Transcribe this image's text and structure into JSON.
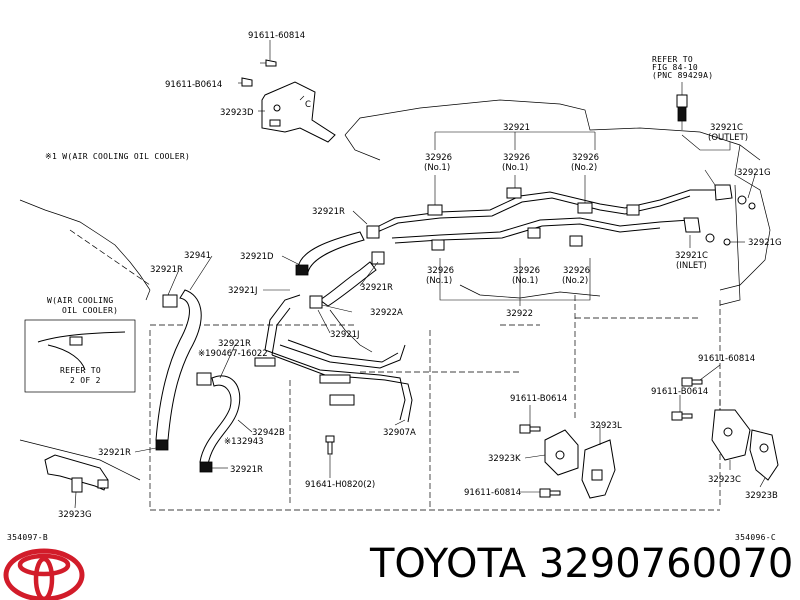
{
  "brand": {
    "text": "TOYOTA 3290760070",
    "logo": "toyota-logo"
  },
  "notes": {
    "note1": "※1 W(AIR COOLING OIL COOLER)",
    "inset_line1": "W(AIR COOLING",
    "inset_line2": "OIL COOLER)",
    "inset_refer1": "REFER TO",
    "inset_refer2": "2 OF 2",
    "refer_line1": "REFER TO",
    "refer_line2": "FIG 84-10",
    "refer_line3": "(PNC 89429A)"
  },
  "codes": {
    "left": "354097-B",
    "right": "354096-C"
  },
  "labels": {
    "p91611_60814_top": "91611-60814",
    "p91611_b0614_top": "91611-B0614",
    "p32923d": "32923D",
    "p32921_top": "32921",
    "p32926_1": "32926",
    "p32926_1n": "(No.1)",
    "p32926_2": "32926",
    "p32926_2n": "(No.1)",
    "p32926_3": "32926",
    "p32926_3n": "(No.2)",
    "p32921c_out": "32921C",
    "p32921c_out_n": "(OUTLET)",
    "p32921g_1": "32921G",
    "p32921r_1": "32921R",
    "p32921d": "32921D",
    "p32941": "32941",
    "p32921r_2": "32921R",
    "p32921j_1": "32921J",
    "p32921r_3": "32921R",
    "p32921c_in": "32921C",
    "p32921c_in_n": "(INLET)",
    "p32921g_2": "32921G",
    "p32926_4": "32926",
    "p32926_4n": "(No.1)",
    "p32926_5": "32926",
    "p32926_5n": "(No.1)",
    "p32926_6": "32926",
    "p32926_6n": "(No.2)",
    "p32922a": "32922A",
    "p32922": "32922",
    "p32921j_2": "32921J",
    "p32921r_4": "32921R",
    "p190467": "※190467-16022",
    "p32942b": "32942B",
    "p32943": "※132943",
    "p32921r_5": "32921R",
    "p32921r_6": "32921R",
    "p32907a": "32907A",
    "p91641": "91641-H0820(2)",
    "p91611_b0614_mid": "91611-B0614",
    "p32923l": "32923L",
    "p32923k": "32923K",
    "p91611_60814_mid": "91611-60814",
    "p91611_60814_right": "91611-60814",
    "p91611_b0614_right": "91611-B0614",
    "p32923c": "32923C",
    "p32923b": "32923B",
    "p32923g": "32923G"
  }
}
